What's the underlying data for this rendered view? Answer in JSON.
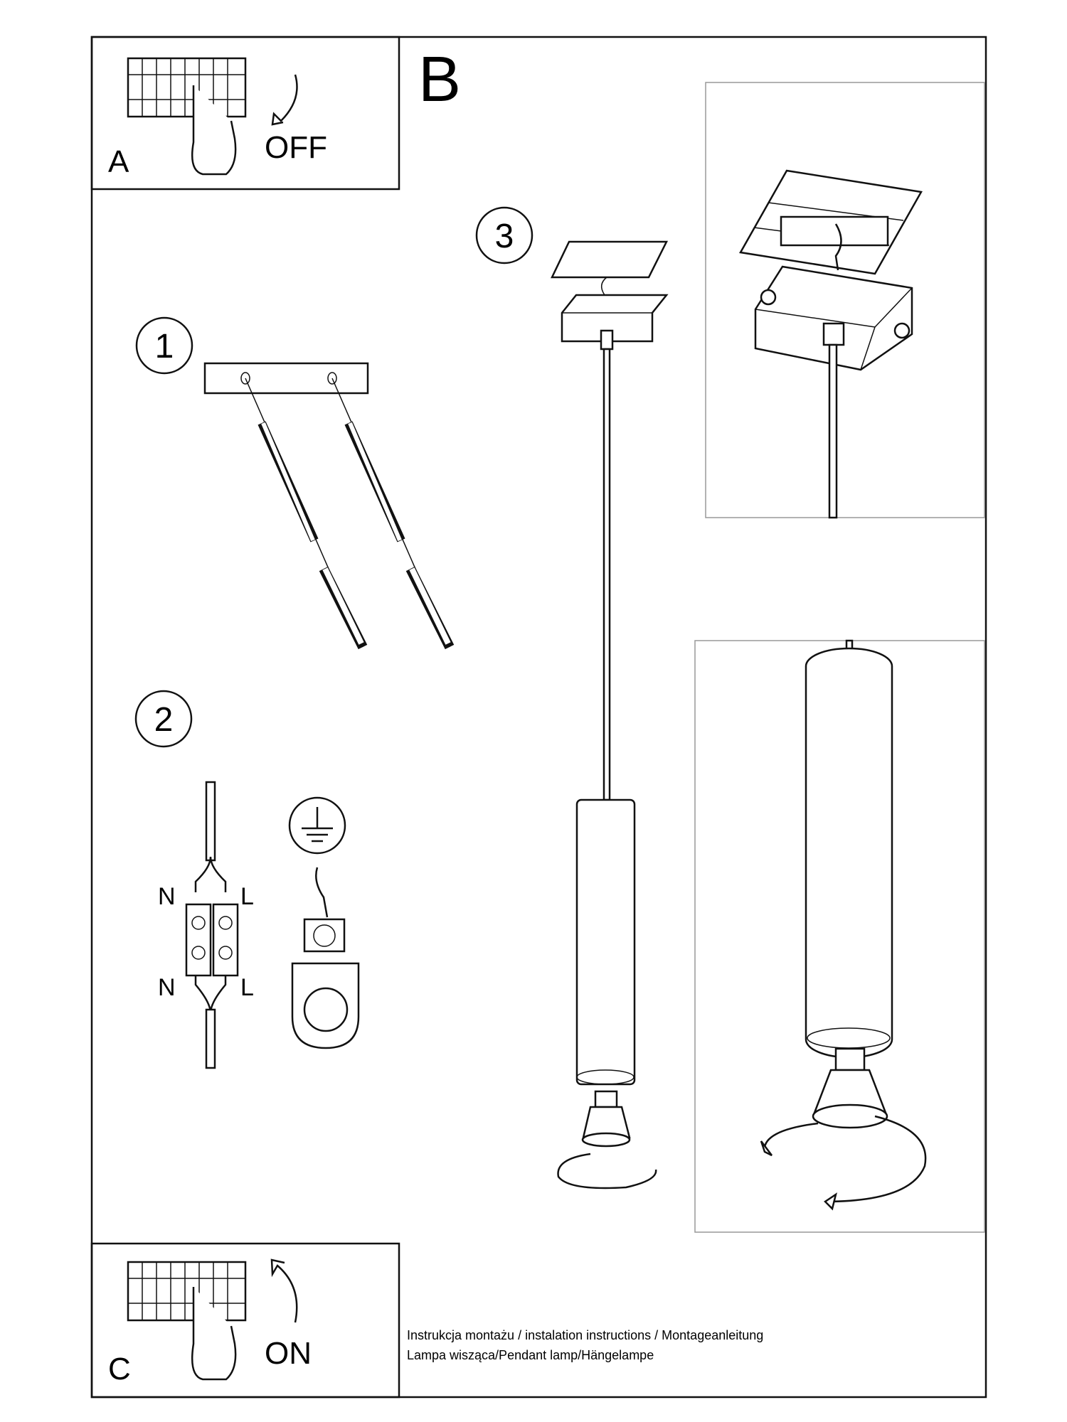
{
  "panels": {
    "a": {
      "label": "A",
      "action": "OFF"
    },
    "b": {
      "label": "B"
    },
    "c": {
      "label": "C",
      "action": "ON"
    }
  },
  "steps": [
    "1",
    "2",
    "3"
  ],
  "wiring": {
    "neutral": "N",
    "live": "L"
  },
  "footer": {
    "line1": "Instrukcja montażu / instalation instructions / Montageanleitung",
    "line2": "Lampa wisząca/Pendant lamp/Hängelampe"
  },
  "icons": [
    "circuit-breaker-icon",
    "hand-icon",
    "arrow-down-icon",
    "arrow-up-icon",
    "ground-symbol-icon",
    "wall-plug-icon",
    "screw-icon",
    "terminal-block-icon",
    "pendant-lamp-icon",
    "bulb-icon",
    "rotate-arrow-icon"
  ]
}
